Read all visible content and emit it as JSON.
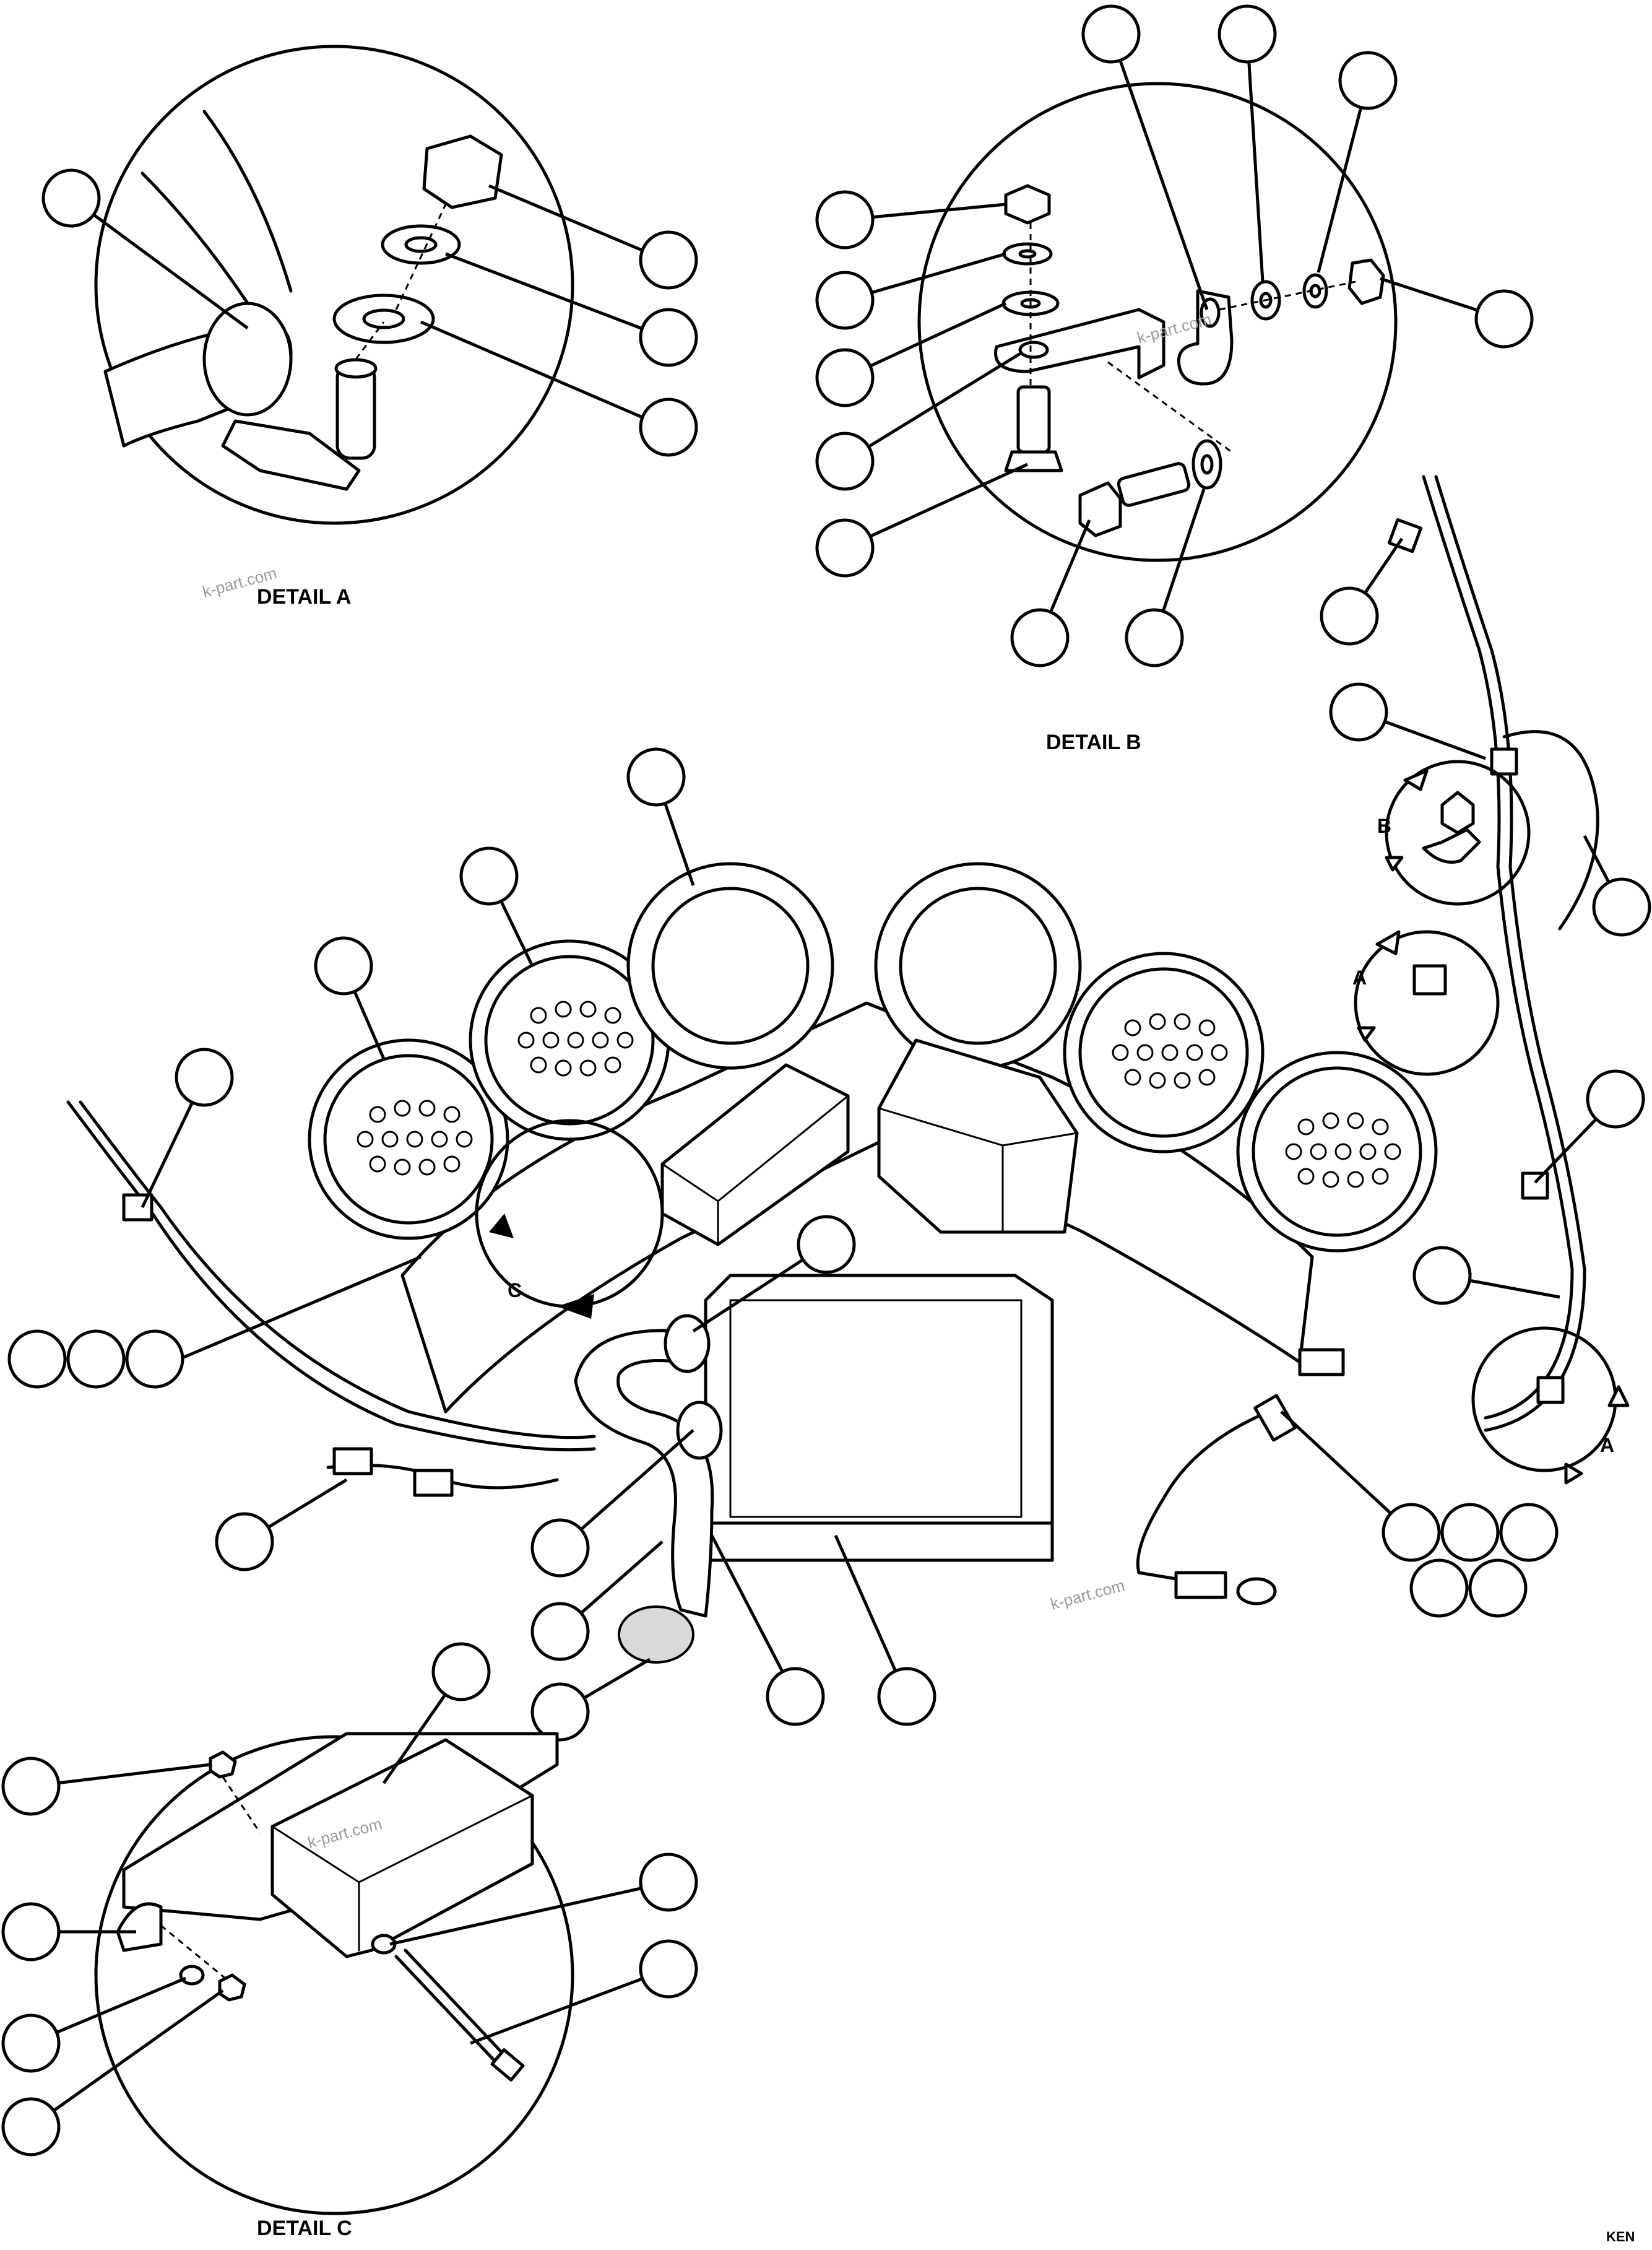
{
  "detail_labels": {
    "a": "DETAIL A",
    "b": "DETAIL B",
    "c": "DETAIL C"
  },
  "view_letters": {
    "c_arrow": "C",
    "b_arrow": "B",
    "a_upper": "A",
    "a_lower": "A"
  },
  "watermark": "k-part.com",
  "footer_code": "KEN"
}
